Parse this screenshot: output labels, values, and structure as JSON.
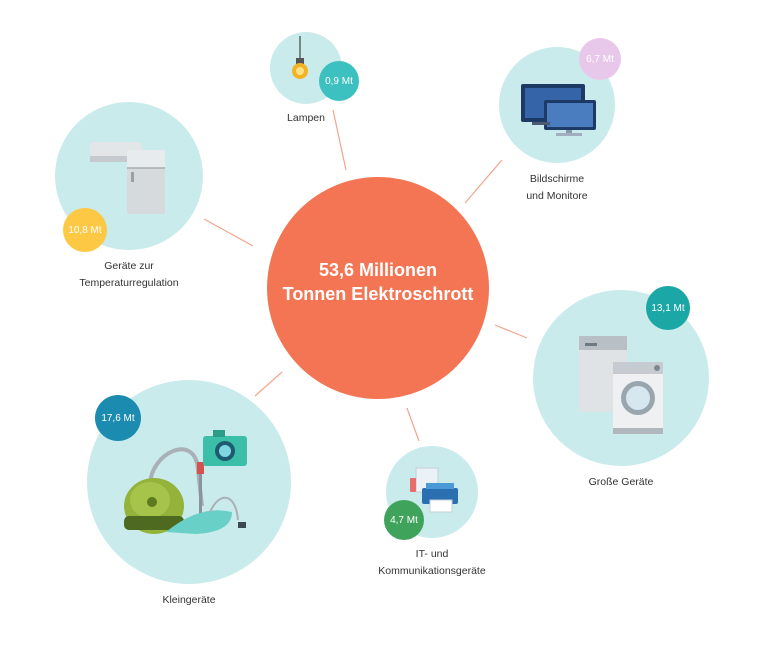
{
  "center": {
    "line1": "53,6 Millionen",
    "line2": "Tonnen Elektroschrott",
    "color": "#f47553"
  },
  "bubble_color": "#c9ebec",
  "line_color": "#f4a48c",
  "categories": [
    {
      "id": "lampen",
      "label_lines": [
        "Lampen"
      ],
      "value": "0,9 Mt",
      "value_mt": 0.9,
      "badge_color": "#3cc0c0",
      "icon": "light-bulb-icon"
    },
    {
      "id": "bildschirme",
      "label_lines": [
        "Bildschirme",
        "und Monitore"
      ],
      "value": "6,7 Mt",
      "value_mt": 6.7,
      "badge_color": "#e8c8ea",
      "icon": "monitor-icon"
    },
    {
      "id": "grosse",
      "label_lines": [
        "Große Geräte"
      ],
      "value": "13,1 Mt",
      "value_mt": 13.1,
      "badge_color": "#1aa7a5",
      "icon": "washing-machine-icon"
    },
    {
      "id": "it",
      "label_lines": [
        "IT- und",
        "Kommunikationsgeräte"
      ],
      "value": "4,7 Mt",
      "value_mt": 4.7,
      "badge_color": "#3fa35c",
      "icon": "printer-icon"
    },
    {
      "id": "klein",
      "label_lines": [
        "Kleingeräte"
      ],
      "value": "17,6 Mt",
      "value_mt": 17.6,
      "badge_color": "#1c8bb0",
      "icon": "vacuum-cleaner-icon"
    },
    {
      "id": "temp",
      "label_lines": [
        "Geräte zur",
        "Temperaturregulation"
      ],
      "value": "10,8 Mt",
      "value_mt": 10.8,
      "badge_color": "#fdc843",
      "icon": "fridge-icon"
    }
  ]
}
